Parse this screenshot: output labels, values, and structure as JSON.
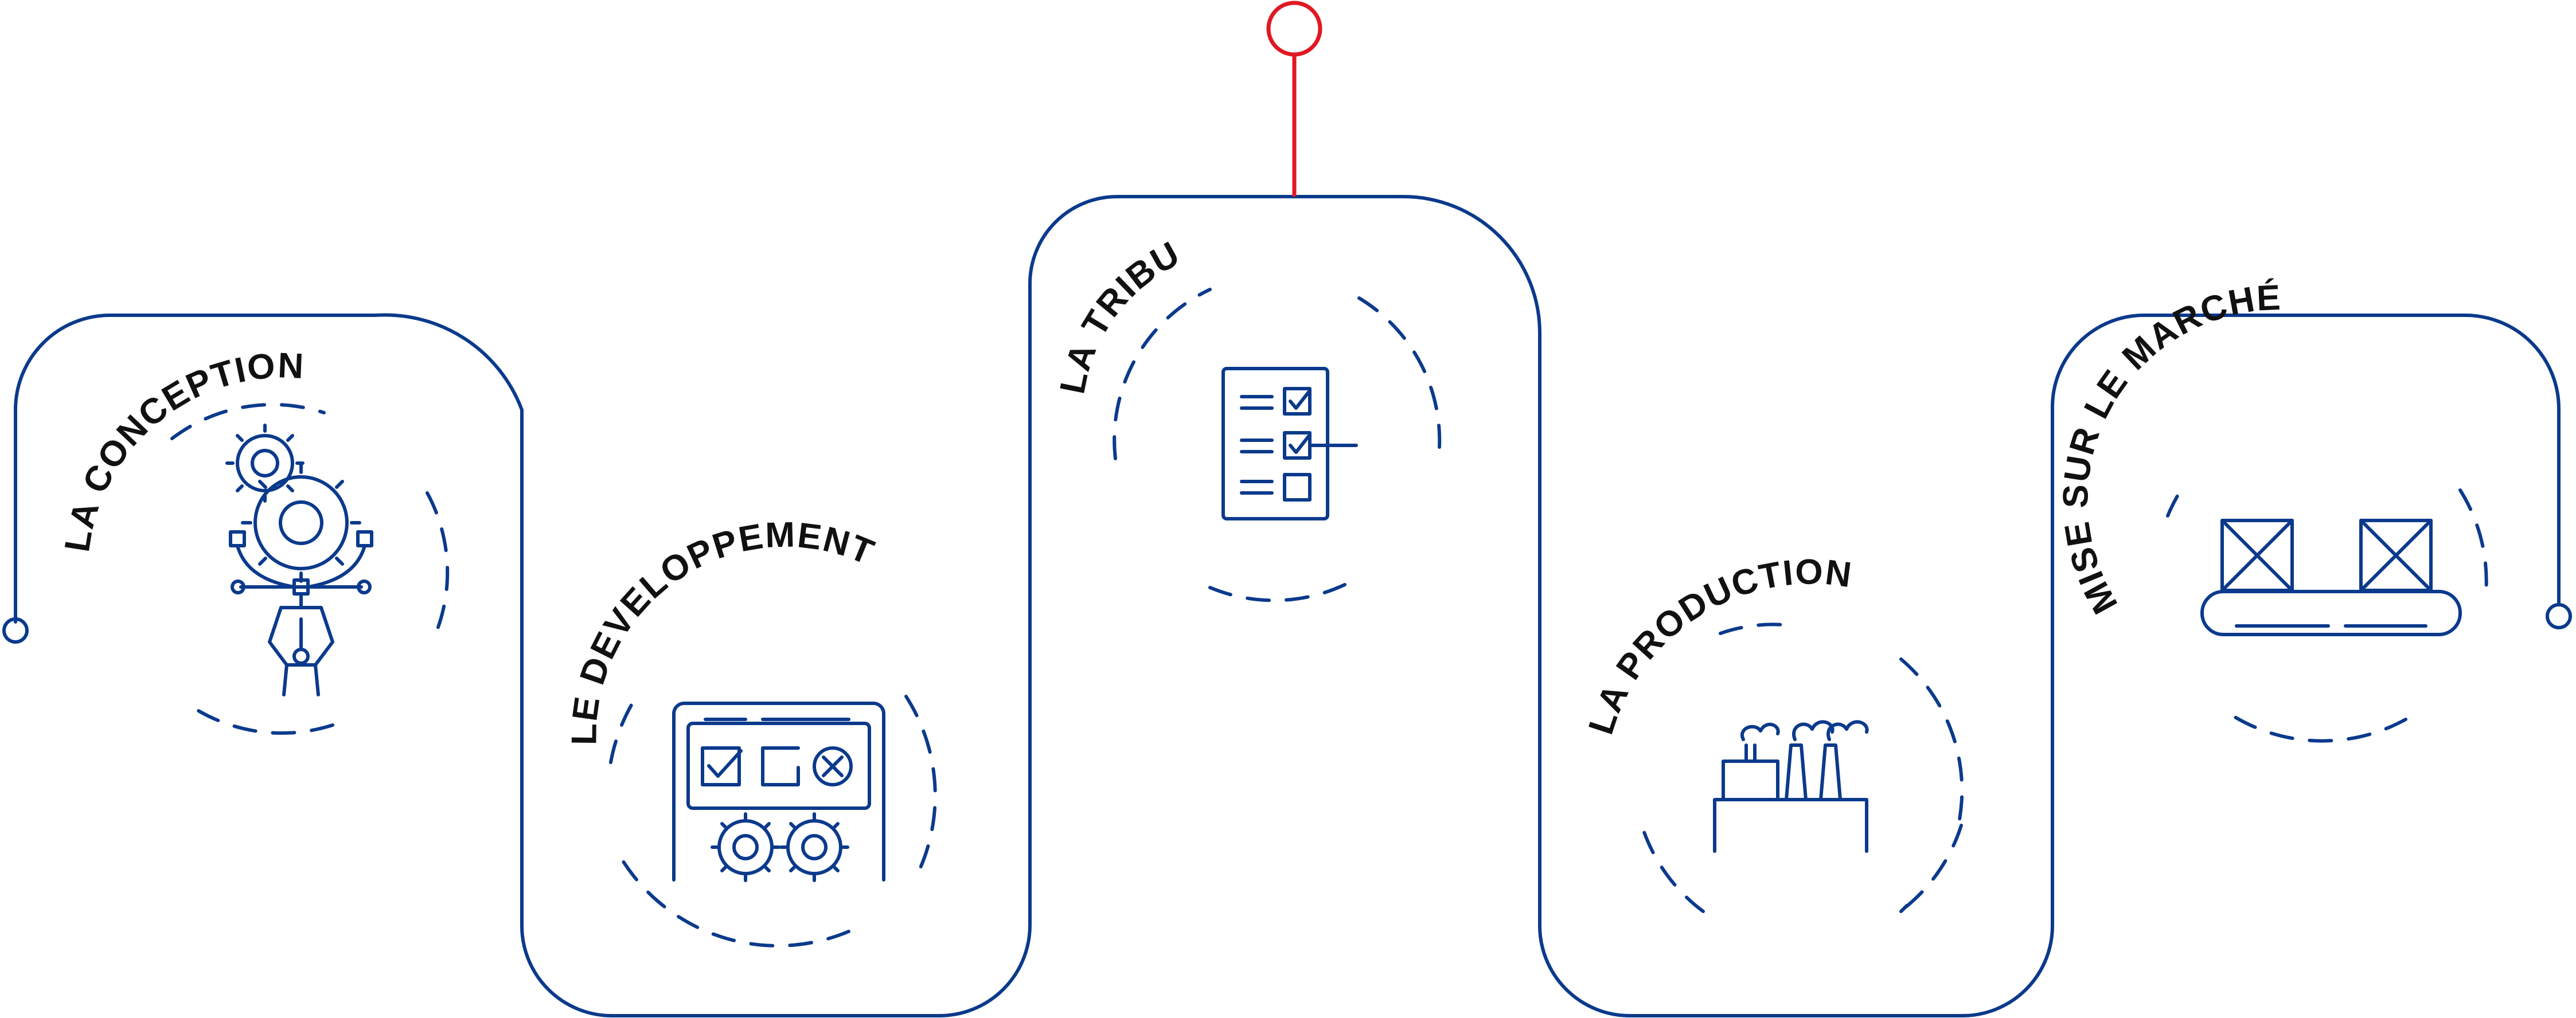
{
  "colors": {
    "line": "#0b3a8c",
    "accent": "#e01823",
    "text": "#111111"
  },
  "steps": [
    {
      "label": "LA CONCEPTION",
      "icon": "gears-pen-icon"
    },
    {
      "label": "LE DEVELOPPEMENT",
      "icon": "dashboard-gears-icon"
    },
    {
      "label": "LA TRIBU",
      "icon": "checklist-icon"
    },
    {
      "label": "LA PRODUCTION",
      "icon": "factory-icon"
    },
    {
      "label": "MISE SUR LE MARCHÉ",
      "icon": "conveyor-boxes-icon"
    }
  ]
}
